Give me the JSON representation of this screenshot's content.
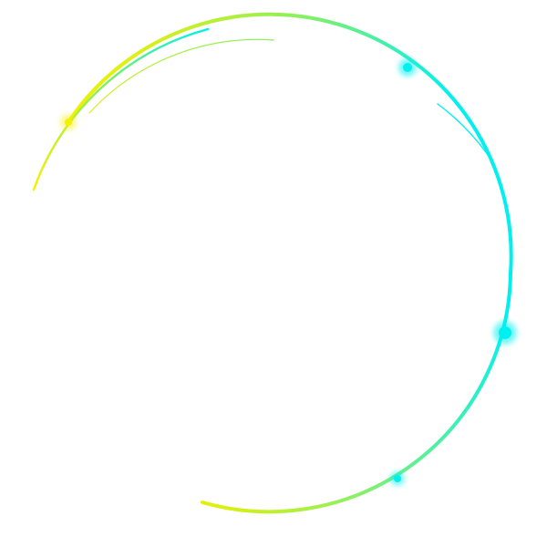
{
  "colors": {
    "yellow": "#f4f000",
    "lime": "#a6f03a",
    "green": "#6ef27a",
    "cyan": "#00f0f0",
    "background": "#ffffff"
  },
  "decor": {
    "main_ring": "gradient-ring",
    "inner_arc_left": "thin-gradient-arc",
    "inner_arc_right": "thin-cyan-arc",
    "outer_arc_left": "outer-gradient-arc",
    "glow_points": [
      "glow-dot",
      "glow-dot",
      "glow-dot",
      "glow-dot"
    ]
  }
}
